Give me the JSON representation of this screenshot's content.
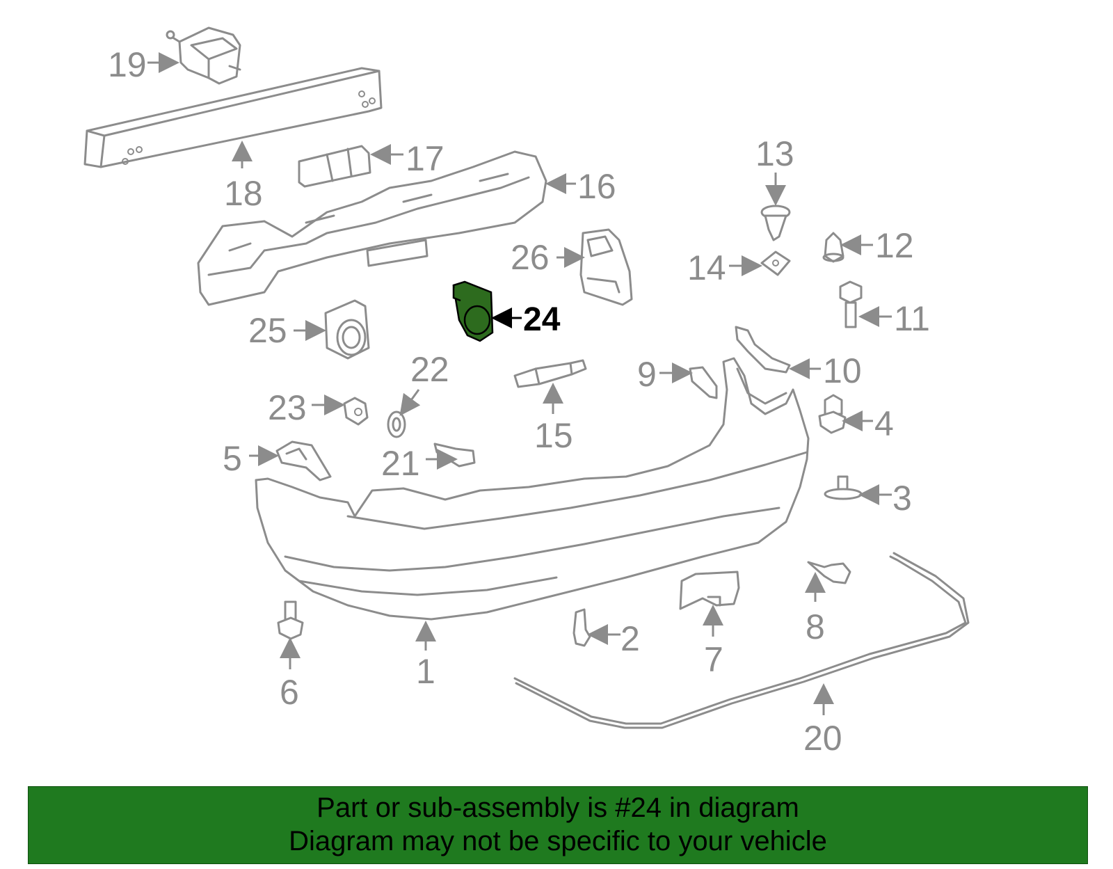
{
  "callouts": {
    "c1": "1",
    "c2": "2",
    "c3": "3",
    "c4": "4",
    "c5": "5",
    "c6": "6",
    "c7": "7",
    "c8": "8",
    "c9": "9",
    "c10": "10",
    "c11": "11",
    "c12": "12",
    "c13": "13",
    "c14": "14",
    "c15": "15",
    "c16": "16",
    "c17": "17",
    "c18": "18",
    "c19": "19",
    "c20": "20",
    "c21": "21",
    "c22": "22",
    "c23": "23",
    "c24": "24",
    "c25": "25",
    "c26": "26"
  },
  "highlighted_part": "24",
  "colors": {
    "line_art": "#8c8c8c",
    "highlight_part_fill": "#2d6b1e",
    "banner_background": "#1f7a1f",
    "banner_text": "#000000"
  },
  "banner": {
    "line1": "Part or sub-assembly is #24 in diagram",
    "line2": "Diagram may not be specific to your vehicle"
  }
}
